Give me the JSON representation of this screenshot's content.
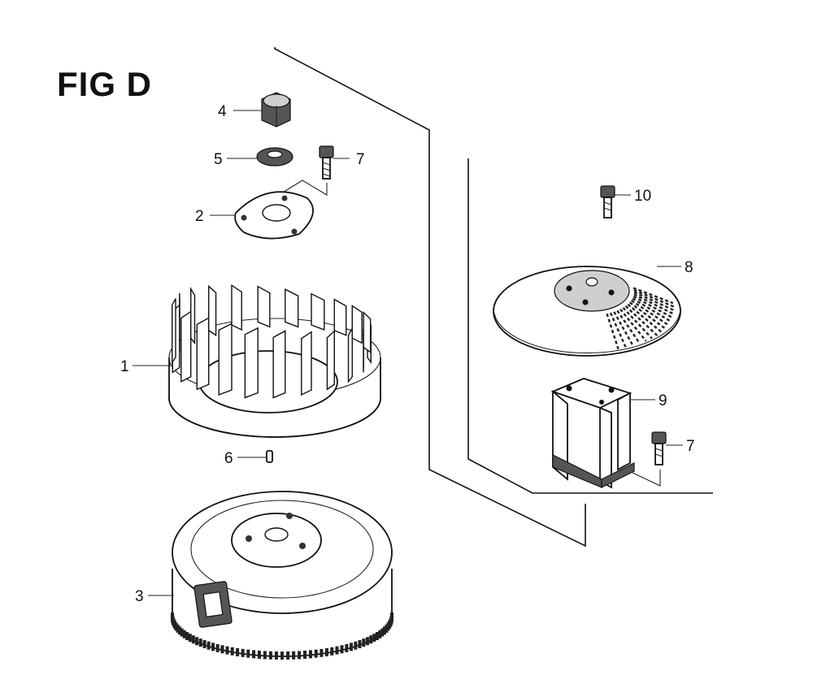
{
  "figure": {
    "title": "FIG D"
  },
  "callouts": [
    {
      "id": "1",
      "label": "1"
    },
    {
      "id": "2",
      "label": "2"
    },
    {
      "id": "3",
      "label": "3"
    },
    {
      "id": "4",
      "label": "4"
    },
    {
      "id": "5",
      "label": "5"
    },
    {
      "id": "6",
      "label": "6"
    },
    {
      "id": "7a",
      "label": "7"
    },
    {
      "id": "7b",
      "label": "7"
    },
    {
      "id": "8",
      "label": "8"
    },
    {
      "id": "9",
      "label": "9"
    },
    {
      "id": "10",
      "label": "10"
    }
  ]
}
